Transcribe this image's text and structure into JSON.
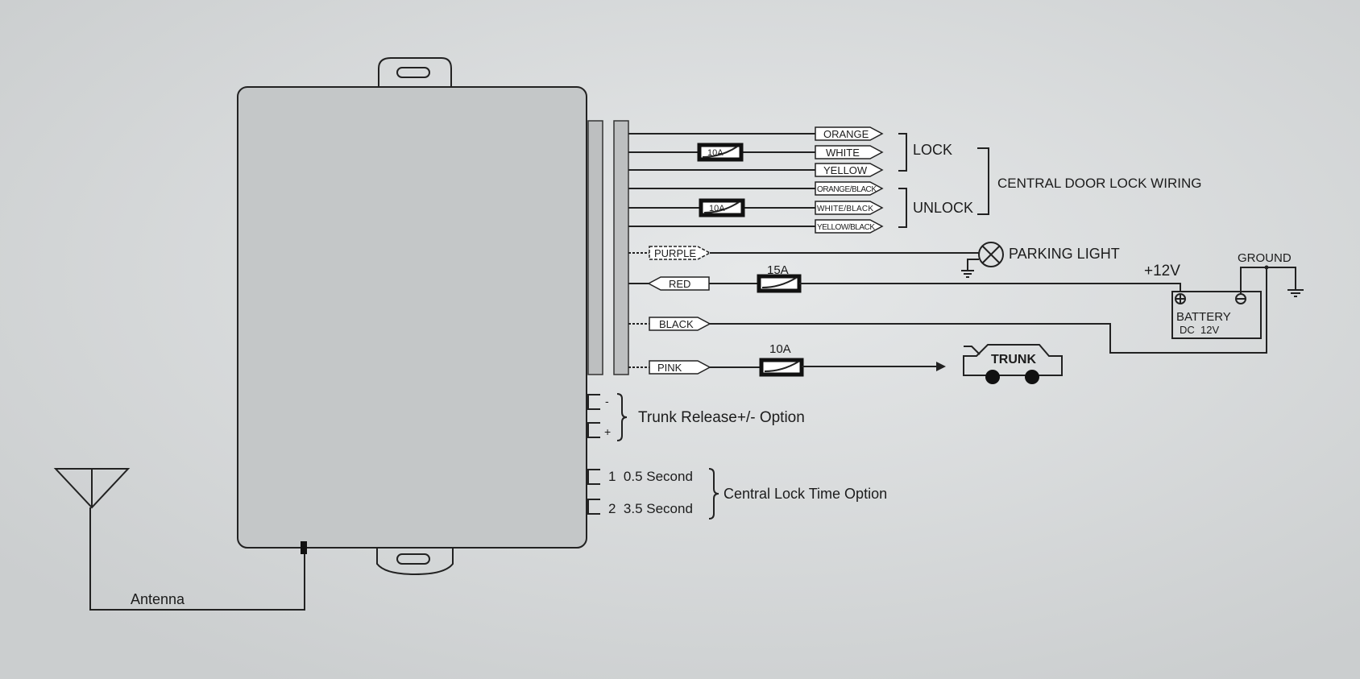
{
  "lock_group": {
    "wires": [
      "ORANGE",
      "WHITE",
      "YELLOW"
    ],
    "label": "LOCK",
    "fuse": "10A"
  },
  "unlock_group": {
    "wires": [
      "ORANGE/BLACK",
      "WHITE/BLACK",
      "YELLOW/BLACK"
    ],
    "label": "UNLOCK",
    "fuse": "10A"
  },
  "central_label": "CENTRAL DOOR LOCK WIRING",
  "purple": {
    "wire": "PURPLE",
    "target": "PARKING LIGHT"
  },
  "red": {
    "wire": "RED",
    "fuse": "15A",
    "voltage": "+12V"
  },
  "black": {
    "wire": "BLACK"
  },
  "battery": {
    "label": "BATTERY",
    "spec": "DC  12V",
    "ground": "GROUND"
  },
  "pink": {
    "wire": "PINK",
    "fuse": "10A",
    "target": "TRUNK"
  },
  "trunk_release": {
    "minus": "-",
    "plus": "+",
    "label": "Trunk Release+/- Option"
  },
  "lock_time": {
    "opt1": "1  0.5 Second",
    "opt2": "2  3.5 Second",
    "label": "Central Lock Time Option"
  },
  "antenna": "Antenna"
}
